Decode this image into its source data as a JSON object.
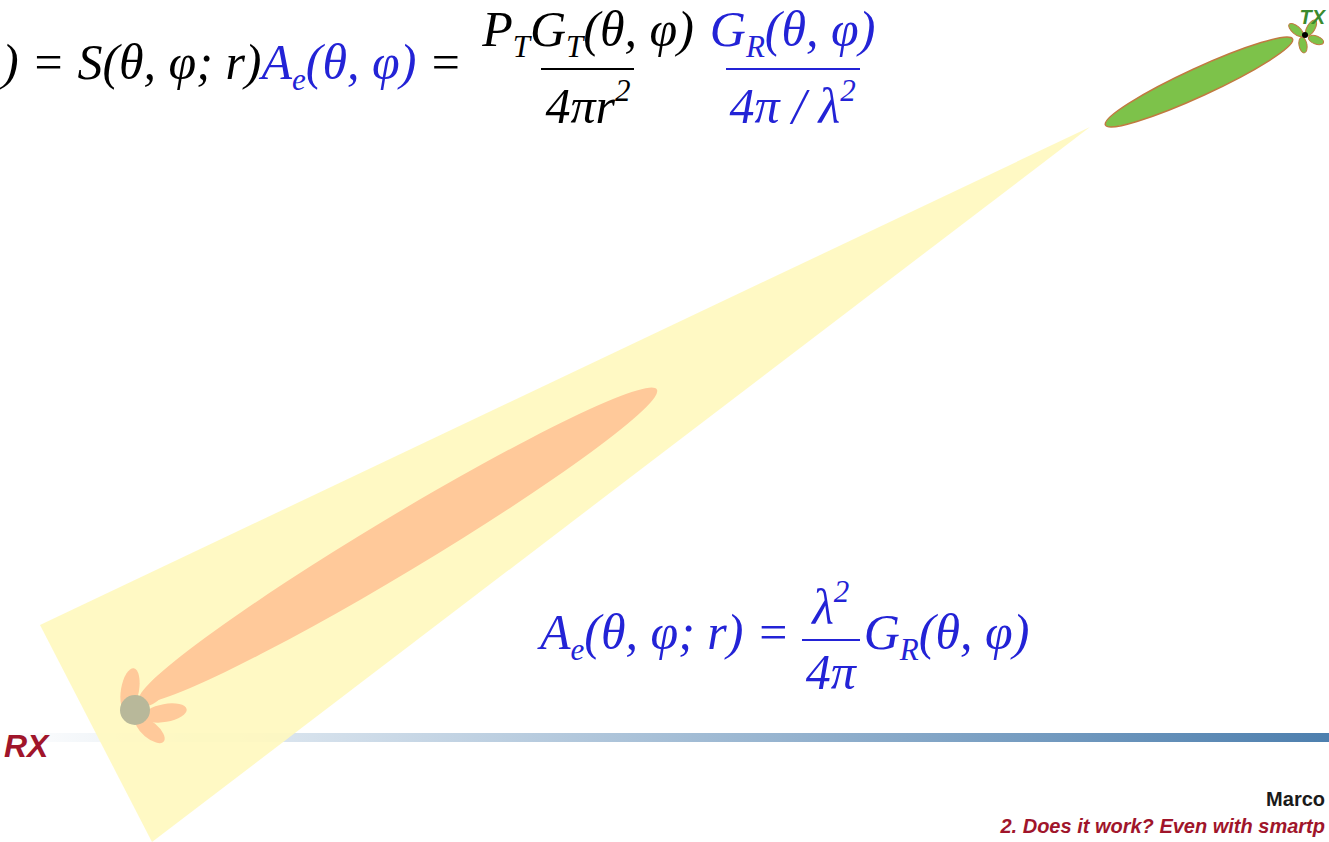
{
  "diagram": {
    "labels": [
      ") = S(θ, φ; r)",
      "A",
      "e",
      "(θ, φ)",
      "=",
      "P",
      "T",
      "G",
      "T",
      "(θ, φ)",
      "4πr",
      "2",
      "G",
      "R",
      "(θ, φ)",
      "4π / λ",
      "2",
      "TX",
      "A",
      "e",
      "(θ, φ; r) =",
      "λ",
      "2",
      "4π",
      "G",
      "R",
      "(θ, φ)",
      "RX",
      "Marco",
      "2. Does it work? Even with smartp"
    ]
  }
}
